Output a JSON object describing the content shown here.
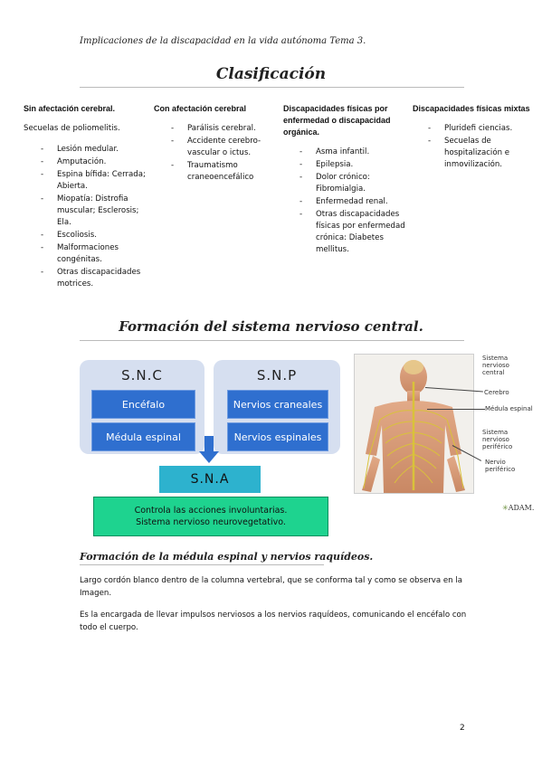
{
  "header": {
    "text": "Implicaciones de la discapacidad en la vida autónoma Tema 3."
  },
  "clasificacion": {
    "title": "Clasificación",
    "columns": [
      {
        "heading": "Sin afectación cerebral.",
        "intro": "Secuelas de poliomelitis.",
        "items": [
          "Lesión medular.",
          "Amputación.",
          "Espina bífida: Cerrada; Abierta.",
          "Miopatía: Distrofia muscular; Esclerosis; Ela.",
          "Escoliosis.",
          "Malformaciones congénitas.",
          "Otras discapacidades motrices."
        ]
      },
      {
        "heading": "Con afectación cerebral",
        "items": [
          "Parálisis cerebral.",
          "Accidente cerebro-vascular o ictus.",
          "Traumatismo craneoencefálico"
        ]
      },
      {
        "heading": "Discapacidades físicas por enfermedad o discapacidad orgánica.",
        "items": [
          "Asma infantil.",
          "Epilepsia.",
          "Dolor crónico: Fibromialgia.",
          "Enfermedad renal.",
          "Otras discapacidades físicas por enfermedad crónica: Diabetes mellitus."
        ]
      },
      {
        "heading": "Discapacidades físicas mixtas",
        "items": [
          "Pluridefi ciencias.",
          "Secuelas de hospitalización e inmovilización."
        ]
      }
    ]
  },
  "formacion": {
    "title": "Formación del sistema nervioso central.",
    "snc": {
      "title": "S.N.C",
      "boxes": [
        "Encéfalo",
        "Médula espinal"
      ]
    },
    "snp": {
      "title": "S.N.P",
      "boxes": [
        "Nervios craneales",
        "Nervios espinales"
      ]
    },
    "sna": {
      "title": "S.N.A",
      "desc": "Controla las acciones involuntarias. Sistema nervioso neurovegetativo."
    },
    "image_labels": {
      "snc": "Sistema nervioso central",
      "cerebro": "Cerebro",
      "medula": "Médula espinal",
      "snp": "Sistema nervioso periférico",
      "nervio": "Nervio periférico",
      "credit": "ADAM."
    }
  },
  "medula": {
    "title": "Formación de la médula espinal y nervios raquídeos.",
    "p1": "Largo cordón blanco dentro de la columna vertebral, que se conforma tal y como se observa en la Imagen.",
    "p2": "Es la encargada de llevar impulsos nerviosos a los nervios raquídeos, comunicando el encéfalo con todo el cuerpo."
  },
  "page_number": "2",
  "colors": {
    "accent_blue": "#2f6fcf",
    "panel": "#d6dff0",
    "sna": "#2db2ce",
    "green": "#1ed38f"
  }
}
